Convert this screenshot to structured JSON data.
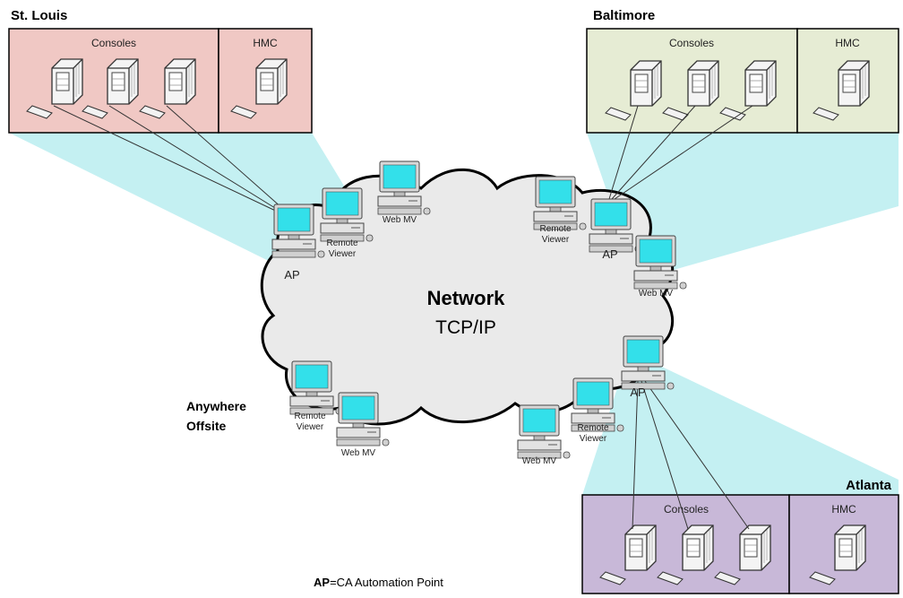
{
  "sites": {
    "stlouis": {
      "name": "St. Louis",
      "consoles": "Consoles",
      "hmc": "HMC",
      "color": "#f0c8c4"
    },
    "baltimore": {
      "name": "Baltimore",
      "consoles": "Consoles",
      "hmc": "HMC",
      "color": "#e6ecd4"
    },
    "atlanta": {
      "name": "Atlanta",
      "consoles": "Consoles",
      "hmc": "HMC",
      "color": "#c8b8d8"
    }
  },
  "network": {
    "title": "Network",
    "subtitle": "TCP/IP",
    "cloud_color": "#eaeaea"
  },
  "labels": {
    "ap": "AP",
    "remote_viewer_1": "Remote",
    "remote_viewer_2": "Viewer",
    "web_mv": "Web MV",
    "offsite_1": "Anywhere",
    "offsite_2": "Offsite"
  },
  "legend": {
    "abbr": "AP",
    "text": "=CA Automation Point"
  },
  "colors": {
    "beam": "#c4f0f2",
    "screen": "#33e0ea",
    "monitor": "#d8d8d8"
  }
}
